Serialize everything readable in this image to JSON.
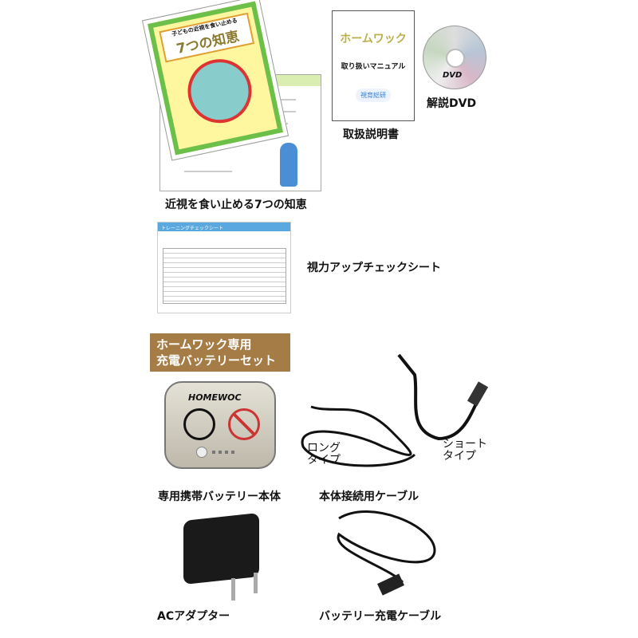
{
  "booklet": {
    "cover_subtitle": "子どもの近視を食い止める",
    "cover_title": "7つの知恵",
    "caption": "近視を食い止める7つの知恵"
  },
  "manual": {
    "brand": "ホームワック",
    "title": "取り扱いマニュアル",
    "publisher": "視育総研",
    "caption": "取扱説明書"
  },
  "dvd": {
    "label": "DVD",
    "caption": "解説DVD"
  },
  "check_sheet": {
    "header": "トレーニングチェックシート",
    "caption": "視力アップチェックシート"
  },
  "battery_set": {
    "banner_line1": "ホームワック専用",
    "banner_line2": "充電バッテリーセット",
    "banner_color": "#a57c45",
    "battery_brand": "HOMEWOC",
    "battery_caption": "専用携帯バッテリー本体",
    "cable_long_label": [
      "ロング",
      "タイプ"
    ],
    "cable_short_label": [
      "ショート",
      "タイプ"
    ],
    "cable_caption": "本体接続用ケーブル",
    "adapter_caption": "ACアダプター",
    "charge_cable_caption": "バッテリー充電ケーブル"
  }
}
